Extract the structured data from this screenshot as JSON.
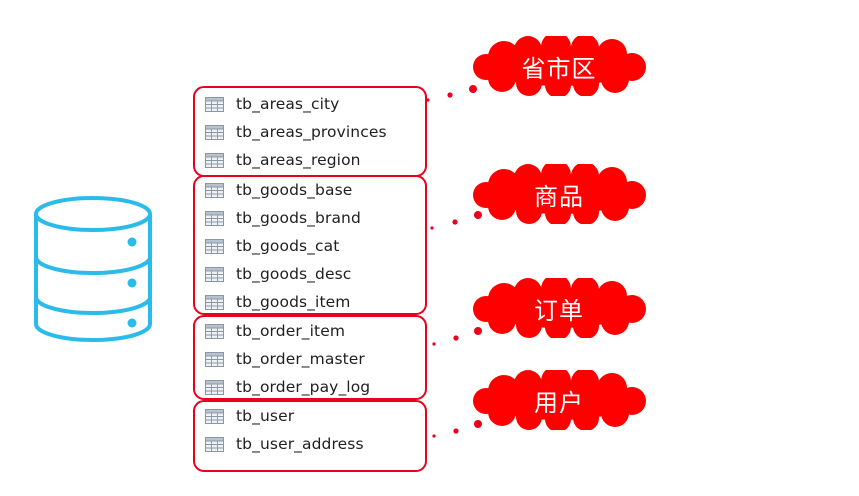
{
  "icons": {
    "database": "database-icon",
    "table": "table-icon",
    "cloud": "cloud-shape"
  },
  "colors": {
    "accent": "#e8001c",
    "database": "#2bbbea",
    "cloud_fill": "#ff0000",
    "cloud_text": "#ffffff"
  },
  "groups": [
    {
      "category": "省市区",
      "tables": [
        "tb_areas_city",
        "tb_areas_provinces",
        "tb_areas_region"
      ]
    },
    {
      "category": "商品",
      "tables": [
        "tb_goods_base",
        "tb_goods_brand",
        "tb_goods_cat",
        "tb_goods_desc",
        "tb_goods_item"
      ]
    },
    {
      "category": "订单",
      "tables": [
        "tb_order_item",
        "tb_order_master",
        "tb_order_pay_log"
      ]
    },
    {
      "category": "用户",
      "tables": [
        "tb_user",
        "tb_user_address"
      ]
    }
  ]
}
